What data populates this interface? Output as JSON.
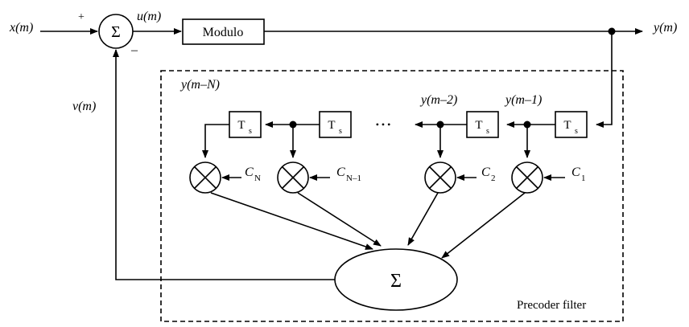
{
  "signals": {
    "input": "x(m)",
    "plus_sign": "+",
    "minus_sign": "–",
    "u": "u(m)",
    "output": "y(m)",
    "feedback": "v(m)",
    "y_m1": "y(m–1)",
    "y_m2": "y(m–2)",
    "y_mN": "y(m–N)"
  },
  "blocks": {
    "summer_symbol": "Σ",
    "modulo": "Modulo",
    "delay_main": "T",
    "delay_sub": "s",
    "ellipsis": "• • •",
    "big_sum_symbol": "Σ"
  },
  "coefficients": {
    "c1_base": "C",
    "c1_sub": "1",
    "c2_base": "C",
    "c2_sub": "2",
    "cn1_base": "C",
    "cn1_sub": "N–1",
    "cn_base": "C",
    "cn_sub": "N"
  },
  "precoder_label": "Precoder filter"
}
